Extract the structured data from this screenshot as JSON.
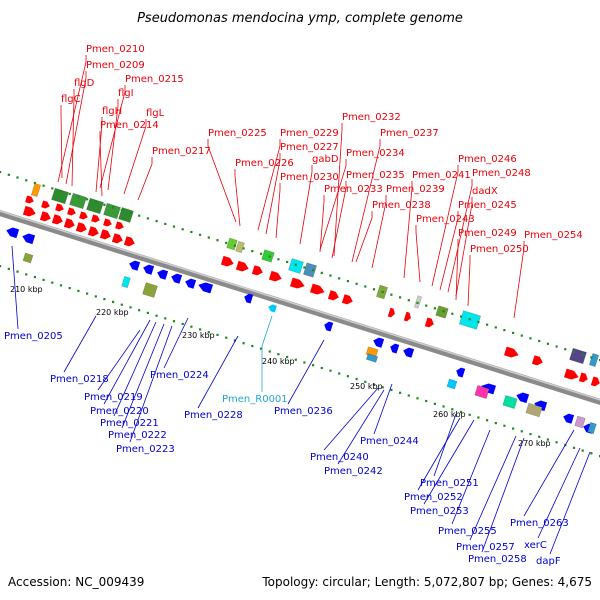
{
  "title": "Pseudomonas mendocina ymp, complete genome",
  "footer": {
    "accession": "Accession: NC_009439",
    "topology": "Topology: circular; Length: 5,072,807 bp; Genes: 4,675"
  },
  "colors": {
    "forward_cds": "#ff0000",
    "reverse_cds": "#0000ff",
    "rna": "#00c8ff",
    "backbone": "#808080",
    "tick": "#1a8c1a",
    "label_forward": "#e8000b",
    "label_reverse": "#0000cc",
    "label_rna": "#1fa6d4"
  },
  "tick_labels": [
    "210 kbp",
    "220 kbp",
    "230 kbp",
    "240 kbp",
    "250 kbp",
    "260 kbp",
    "270 kbp"
  ],
  "forward_labels": [
    "Pmen_0210",
    "Pmen_0209",
    "flgD",
    "Pmen_0215",
    "flgC",
    "flgI",
    "flgH",
    "flgL",
    "Pmen_0214",
    "Pmen_0217",
    "Pmen_0225",
    "Pmen_0232",
    "Pmen_0237",
    "Pmen_0229",
    "Pmen_0227",
    "Pmen_0226",
    "gabD",
    "Pmen_0234",
    "Pmen_0246",
    "Pmen_0230",
    "Pmen_0235",
    "Pmen_0241",
    "Pmen_0248",
    "Pmen_0233",
    "Pmen_0239",
    "dadX",
    "Pmen_0238",
    "Pmen_0245",
    "Pmen_0243",
    "Pmen_0249",
    "Pmen_0254",
    "Pmen_0250"
  ],
  "reverse_labels": [
    "Pmen_0205",
    "Pmen_0218",
    "Pmen_0219",
    "Pmen_0224",
    "Pmen_0220",
    "Pmen_0221",
    "Pmen_0222",
    "Pmen_0223",
    "Pmen_0228",
    "Pmen_0236",
    "Pmen_0244",
    "Pmen_0240",
    "Pmen_0242",
    "Pmen_0251",
    "Pmen_0252",
    "Pmen_0253",
    "Pmen_0263",
    "Pmen_0255",
    "xerC",
    "Pmen_0257",
    "Pmen_0258",
    "dapF"
  ],
  "rna_labels": [
    "Pmen_R0001"
  ]
}
